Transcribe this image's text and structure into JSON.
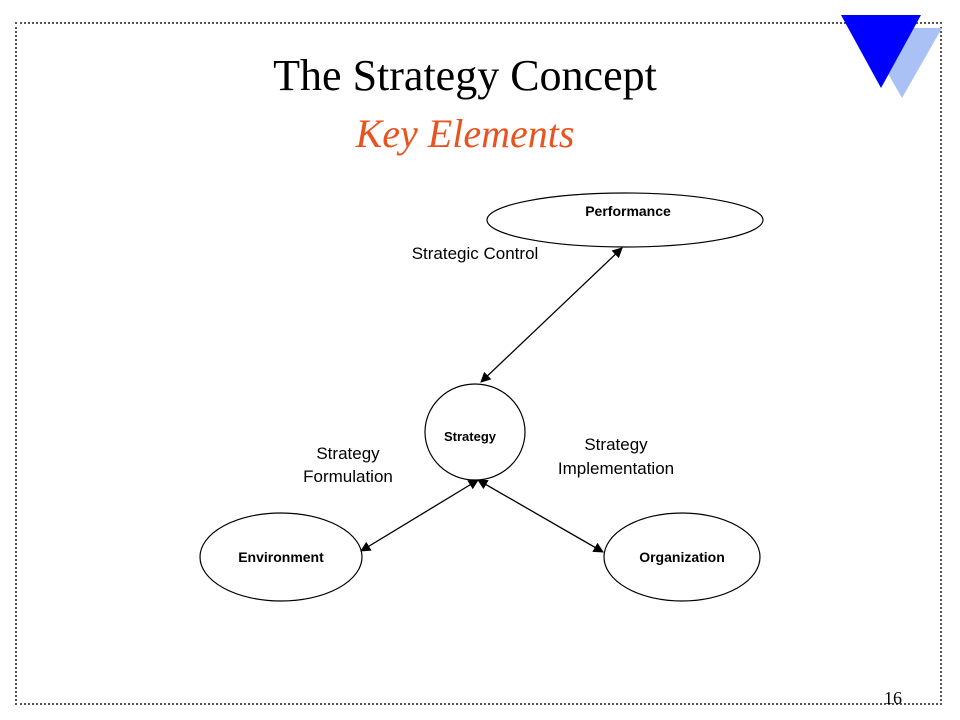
{
  "slide": {
    "title": "The Strategy Concept",
    "subtitle": "Key Elements",
    "page_number": "16"
  },
  "colors": {
    "subtitle": "#e8531f",
    "logo_front": "#0000ff",
    "logo_back": "#a9c1f5"
  },
  "diagram": {
    "nodes": {
      "performance": "Performance",
      "strategy": "Strategy",
      "environment": "Environment",
      "organization": "Organization"
    },
    "edges": {
      "control": "Strategic Control",
      "formulation_line1": "Strategy",
      "formulation_line2": "Formulation",
      "implementation_line1": "Strategy",
      "implementation_line2": "Implementation"
    }
  }
}
